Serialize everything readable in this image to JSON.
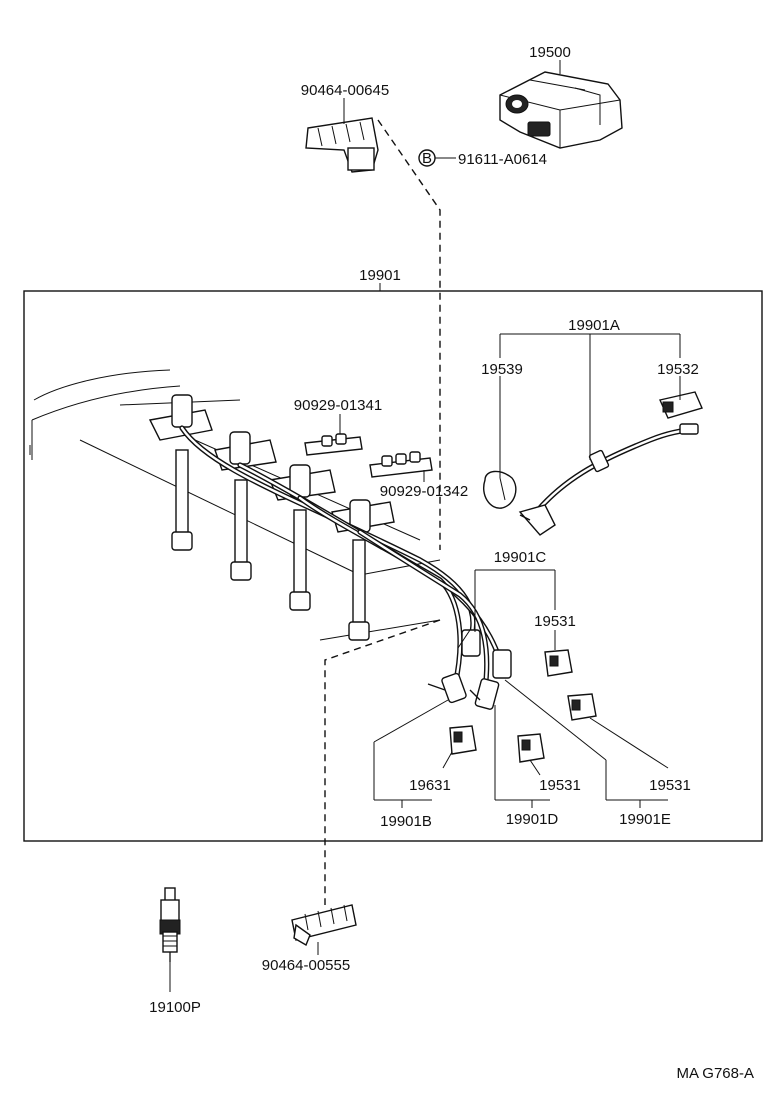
{
  "labels": {
    "ignition_coil": "19500",
    "clamp_top": "90464-00645",
    "bolt": "91611-A0614",
    "cord_set": "19901",
    "cord_a": "19901A",
    "cap_19539": "19539",
    "cap_19532": "19532",
    "clamp_a": "90929-01341",
    "clamp_b": "90929-01342",
    "cord_c": "19901C",
    "cap_c": "19531",
    "cap_b": "19631",
    "cap_d": "19531",
    "cap_e": "19531",
    "cord_b": "19901B",
    "cord_d": "19901D",
    "cord_e": "19901E",
    "spark_plug": "19100P",
    "clamp_bottom": "90464-00555",
    "diagram_code": "MA G768-A",
    "bolt_marker": "B"
  }
}
